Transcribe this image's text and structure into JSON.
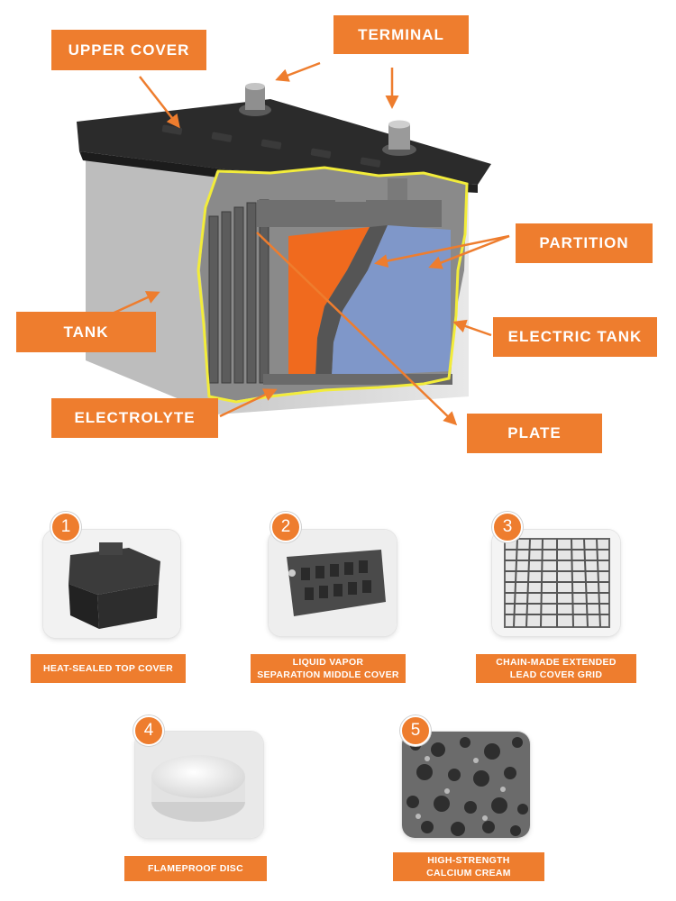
{
  "labels": {
    "upper_cover": "UPPER COVER",
    "terminal": "TERMINAL",
    "partition": "PARTITION",
    "tank": "TANK",
    "electric_tank": "ELECTRIC TANK",
    "electrolyte": "ELECTROLYTE",
    "plate": "PLATE"
  },
  "features": [
    {
      "num": "1",
      "caption": "HEAT-SEALED TOP COVER",
      "icon": "top-cover-photo"
    },
    {
      "num": "2",
      "caption_line1": "LIQUID VAPOR",
      "caption_line2": "SEPARATION MIDDLE COVER",
      "icon": "middle-cover-photo"
    },
    {
      "num": "3",
      "caption_line1": "CHAIN-MADE EXTENDED",
      "caption_line2": "LEAD COVER GRID",
      "icon": "lead-grid-photo"
    },
    {
      "num": "4",
      "caption": "FLAMEPROOF DISC",
      "icon": "flameproof-disc-photo"
    },
    {
      "num": "5",
      "caption_line1": "HIGH-STRENGTH",
      "caption_line2": "CALCIUM CREAM",
      "icon": "calcium-cream-photo"
    }
  ],
  "colors": {
    "accent": "#ee7d2e",
    "plate_orange": "#f06a1e",
    "partition_blue": "#7f97c9",
    "outline_yellow": "#f2ec3a"
  }
}
